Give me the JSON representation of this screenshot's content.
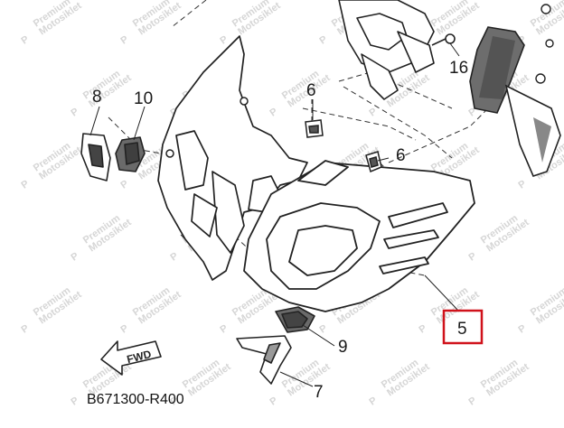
{
  "diagram": {
    "part_code": "B671300-R400",
    "fwd_arrow_label": "FWD",
    "callouts": {
      "c5": "5",
      "c6a": "6",
      "c6b": "6",
      "c7": "7",
      "c8": "8",
      "c9": "9",
      "c10": "10",
      "c16": "16"
    },
    "highlight_color": "#d0121b",
    "watermark": {
      "line1": "Premium",
      "line2": "Motosiklet"
    }
  }
}
